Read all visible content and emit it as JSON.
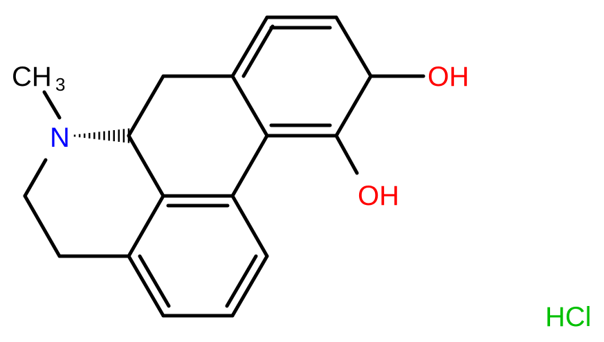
{
  "molecule": {
    "atoms": {
      "oh_upper": "OH",
      "oh_lower": "OH",
      "nitrogen": "N",
      "methyl": "CH",
      "methyl_subscript": "3",
      "salt": "HCl"
    }
  },
  "colors": {
    "bond": "#000000",
    "oxygen": "#ff0000",
    "nitrogen": "#0000ff",
    "chlorine": "#00c000",
    "carbon": "#000000"
  }
}
